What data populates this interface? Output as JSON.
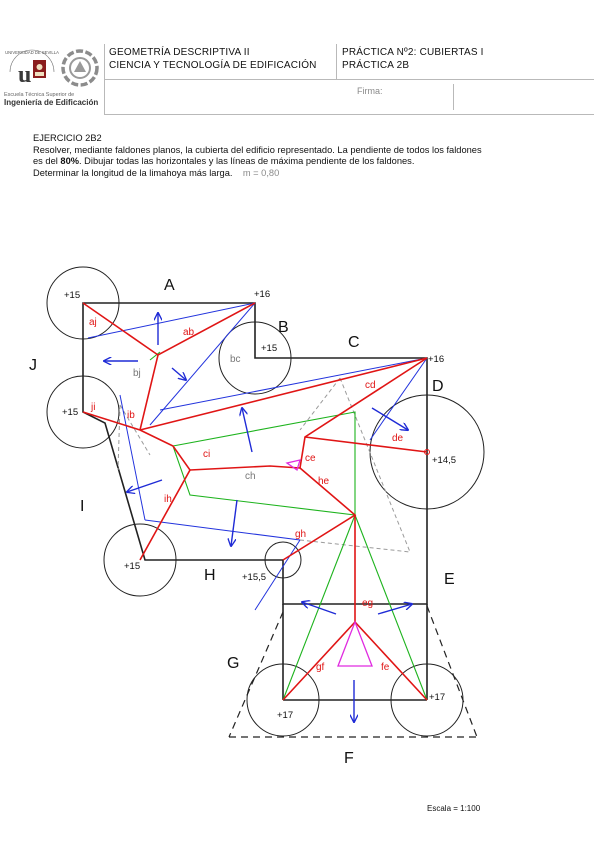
{
  "header": {
    "university_logo_text": "UNIVERSIDAD DE SEVILLA",
    "school_line1": "Escuela Técnica Superior de",
    "school_line2": "Ingeniería de Edificación",
    "course_line1": "GEOMETRÍA DESCRIPTIVA II",
    "course_line2": "CIENCIA Y TECNOLOGÍA DE EDIFICACIÓN",
    "practice_line1": "PRÁCTICA Nº2: CUBIERTAS I",
    "practice_line2": "PRÁCTICA 2B",
    "signature_label": "Firma:"
  },
  "exercise": {
    "title": "EJERCICIO 2B2",
    "line1": "Resolver, mediante faldones planos, la cubierta del edificio representado. La pendiente de todos los faldones",
    "line2_pre": "es del ",
    "line2_bold": "80%",
    "line2_post": ". Dibujar todas las horizontales y las líneas de máxima pendiente de los faldones.",
    "line3": "Determinar la longitud de la limahoya más larga.",
    "slope_note": "m = 0,80"
  },
  "drawing": {
    "facade_letters": [
      "A",
      "B",
      "C",
      "D",
      "E",
      "F",
      "G",
      "H",
      "I",
      "J"
    ],
    "heights": [
      "+15",
      "+16",
      "+15",
      "+16",
      "+14,5",
      "+15",
      "+15,5",
      "+17",
      "+17",
      "+15"
    ],
    "edge_labels": [
      "aj",
      "ab",
      "bc",
      "bj",
      "cd",
      "de",
      "ji",
      "ib",
      "ci",
      "ce",
      "ch",
      "he",
      "ih",
      "gh",
      "eg",
      "gf",
      "fe"
    ]
  },
  "footer": {
    "scale": "Escala = 1:100"
  }
}
